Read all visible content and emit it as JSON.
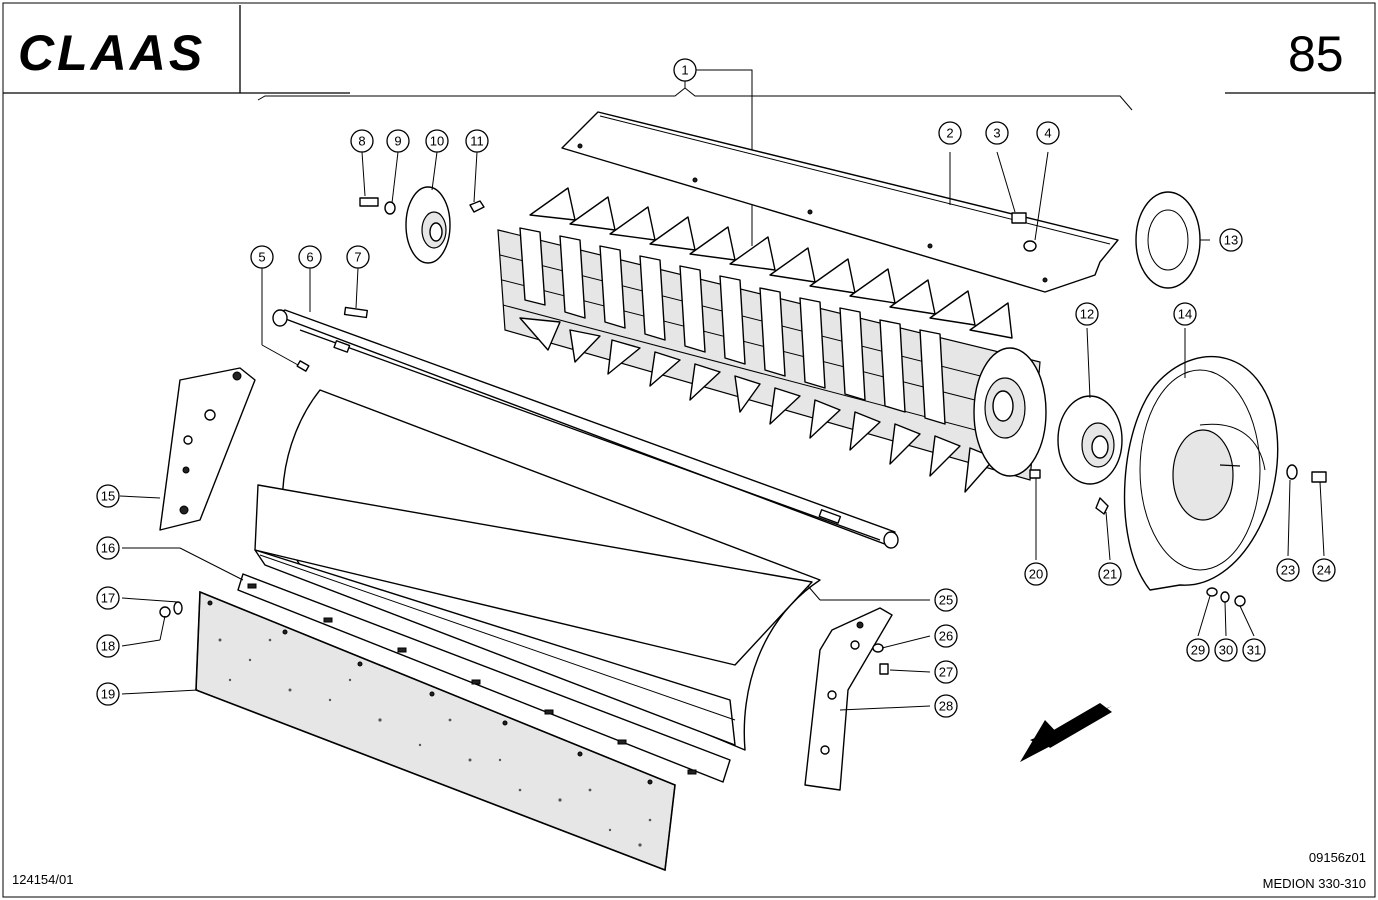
{
  "header": {
    "brand": "CLAAS",
    "page_number": "85"
  },
  "footer": {
    "doc_ref": "124154/01",
    "drawing_ref": "09156z01",
    "model": "MEDION 330-310"
  },
  "callouts": [
    "1",
    "2",
    "3",
    "4",
    "5",
    "6",
    "7",
    "8",
    "9",
    "10",
    "11",
    "12",
    "13",
    "14",
    "15",
    "16",
    "17",
    "18",
    "19",
    "20",
    "21",
    "23",
    "24",
    "25",
    "26",
    "27",
    "28",
    "29",
    "30",
    "31"
  ]
}
